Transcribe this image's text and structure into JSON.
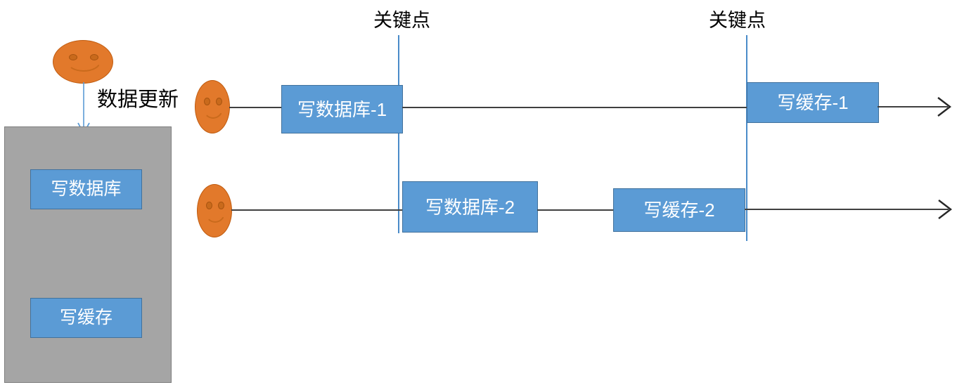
{
  "diagram": {
    "title_text_top_left_flow": "数据更新",
    "key_points": [
      {
        "label": "关键点"
      },
      {
        "label": "关键点"
      }
    ],
    "container": {
      "steps": [
        {
          "label": "写数据库"
        },
        {
          "label": "写缓存"
        }
      ]
    },
    "timelines": [
      {
        "actor": "user-smiley-1",
        "boxes": [
          {
            "label": "写数据库-1"
          },
          {
            "label": "写缓存-1"
          }
        ]
      },
      {
        "actor": "user-smiley-2",
        "boxes": [
          {
            "label": "写数据库-2"
          },
          {
            "label": "写缓存-2"
          }
        ]
      }
    ],
    "colors": {
      "process_fill": "#5B9BD5",
      "process_border": "#41719C",
      "container_fill": "#A5A5A5",
      "container_border": "#7F7F7F",
      "actor_fill": "#E2792B",
      "actor_border": "#C05C10",
      "keypoint_line": "#4A8BC9",
      "timeline_line": "#404040",
      "label_text": "#000000",
      "process_text": "#FFFFFF"
    }
  }
}
